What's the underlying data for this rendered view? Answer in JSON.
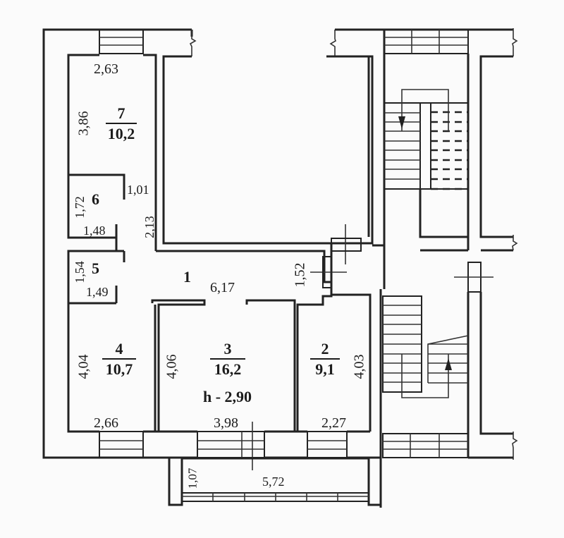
{
  "plan": {
    "ceiling_height": "h - 2,90",
    "colors": {
      "line": "#222222",
      "background": "#fbfbfb"
    },
    "rooms": [
      {
        "id": "1",
        "number": "1",
        "area": "",
        "dims": {
          "length": "6,17",
          "depth": "2,13",
          "nook_width": "1,01",
          "passage_width": "1,52"
        }
      },
      {
        "id": "2",
        "number": "2",
        "area": "9,1",
        "dims": {
          "width": "2,27",
          "depth": "4,03"
        }
      },
      {
        "id": "3",
        "number": "3",
        "area": "16,2",
        "dims": {
          "width": "3,98",
          "depth": "4,06"
        }
      },
      {
        "id": "4",
        "number": "4",
        "area": "10,7",
        "dims": {
          "width": "2,66",
          "depth": "4,04"
        }
      },
      {
        "id": "5",
        "number": "5",
        "area": "",
        "dims": {
          "width": "1,49",
          "depth": "1,54"
        }
      },
      {
        "id": "6",
        "number": "6",
        "area": "",
        "dims": {
          "width": "1,48",
          "depth": "1,72"
        }
      },
      {
        "id": "7",
        "number": "7",
        "area": "10,2",
        "dims": {
          "width": "2,63",
          "depth": "3,86"
        }
      }
    ],
    "balcony": {
      "width": "5,72",
      "depth": "1,07"
    }
  }
}
